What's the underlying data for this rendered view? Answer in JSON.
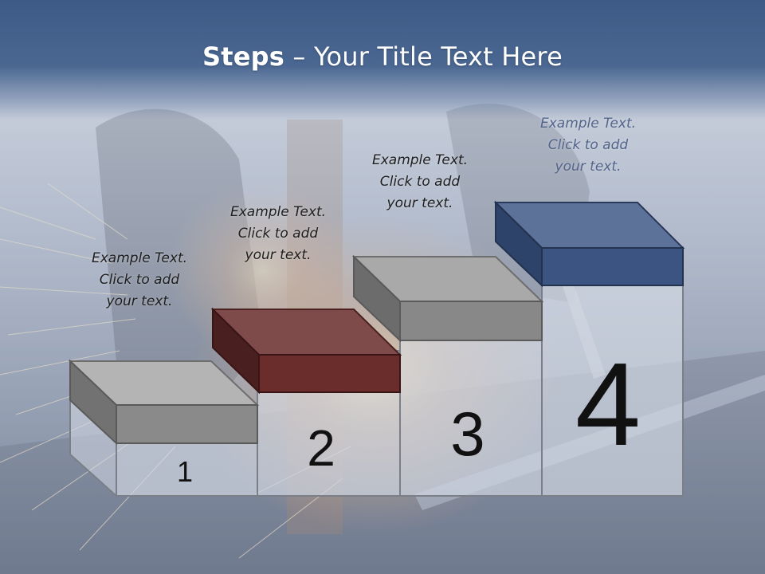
{
  "slide": {
    "title_bold": "Steps",
    "title_rest": " – Your Title Text Here"
  },
  "steps": [
    {
      "number": "1",
      "caption_lines": [
        "Example Text.",
        "Click  to add",
        "your text."
      ],
      "color": "#8a8a8a"
    },
    {
      "number": "2",
      "caption_lines": [
        "Example Text.",
        "Click  to add",
        "your text."
      ],
      "color": "#6b2c2c"
    },
    {
      "number": "3",
      "caption_lines": [
        "Example Text.",
        "Click  to add",
        "your text."
      ],
      "color": "#8a8a8a"
    },
    {
      "number": "4",
      "caption_lines": [
        "Example Text.",
        "Click  to add",
        "your text."
      ],
      "color": "#3b5482"
    }
  ],
  "colors": {
    "header": "#3d5a86",
    "accent_blue": "#3b5482",
    "accent_red": "#6b2c2c",
    "gray_block": "#8a8a8a"
  }
}
